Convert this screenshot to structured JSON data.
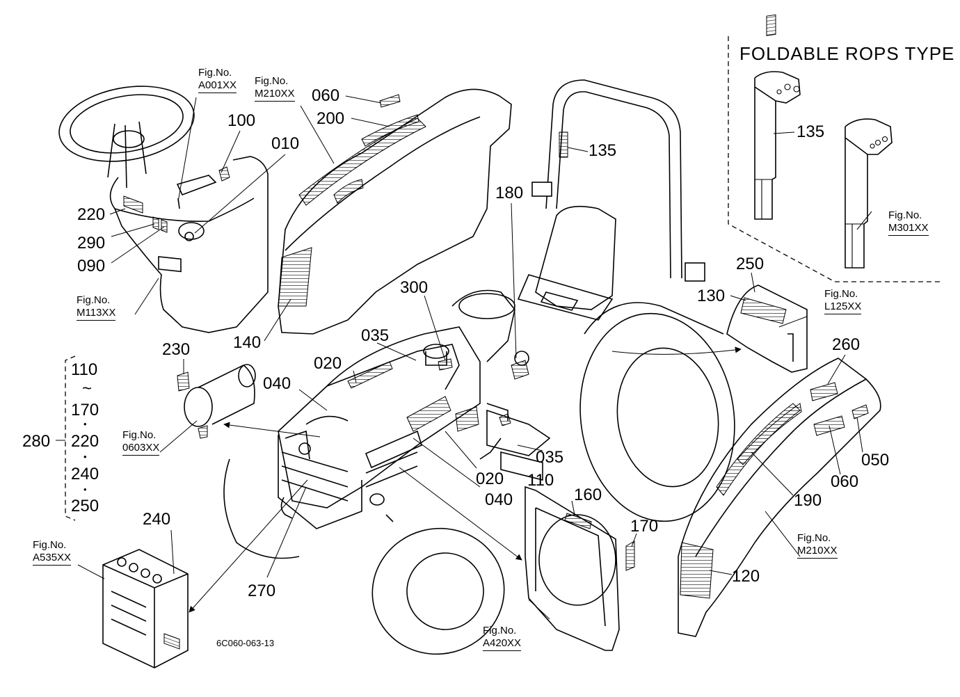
{
  "diagram": {
    "drawing_code": "6C060-063-13",
    "foldable_section_title": "FOLDABLE ROPS TYPE",
    "callouts": [
      {
        "id": "c100",
        "text": "100"
      },
      {
        "id": "c010",
        "text": "010"
      },
      {
        "id": "c220",
        "text": "220"
      },
      {
        "id": "c290",
        "text": "290"
      },
      {
        "id": "c090",
        "text": "090"
      },
      {
        "id": "c060a",
        "text": "060"
      },
      {
        "id": "c200",
        "text": "200"
      },
      {
        "id": "c135a",
        "text": "135"
      },
      {
        "id": "c180",
        "text": "180"
      },
      {
        "id": "c140",
        "text": "140"
      },
      {
        "id": "c300",
        "text": "300"
      },
      {
        "id": "c035a",
        "text": "035"
      },
      {
        "id": "c230",
        "text": "230"
      },
      {
        "id": "c020a",
        "text": "020"
      },
      {
        "id": "c040a",
        "text": "040"
      },
      {
        "id": "c035b",
        "text": "035"
      },
      {
        "id": "c020b",
        "text": "020"
      },
      {
        "id": "c110b",
        "text": "110"
      },
      {
        "id": "c040b",
        "text": "040"
      },
      {
        "id": "c160",
        "text": "160"
      },
      {
        "id": "c170b",
        "text": "170"
      },
      {
        "id": "c240b",
        "text": "240"
      },
      {
        "id": "c270",
        "text": "270"
      },
      {
        "id": "c135b",
        "text": "135"
      },
      {
        "id": "c250a",
        "text": "250"
      },
      {
        "id": "c130",
        "text": "130"
      },
      {
        "id": "c260",
        "text": "260"
      },
      {
        "id": "c050",
        "text": "050"
      },
      {
        "id": "c060b",
        "text": "060"
      },
      {
        "id": "c190",
        "text": "190"
      },
      {
        "id": "c120",
        "text": "120"
      },
      {
        "id": "c280",
        "text": "280"
      }
    ],
    "bracket_group": {
      "lines": [
        {
          "text": "110"
        },
        {
          "text": "~"
        },
        {
          "text": "170"
        },
        {
          "text": "•"
        },
        {
          "text": "220"
        },
        {
          "text": "•"
        },
        {
          "text": "240"
        },
        {
          "text": "•"
        },
        {
          "text": "250"
        }
      ]
    },
    "figure_refs": [
      {
        "id": "f1",
        "prefix": "Fig.No.",
        "code": "A001XX"
      },
      {
        "id": "f2",
        "prefix": "Fig.No.",
        "code": "M210XX"
      },
      {
        "id": "f3",
        "prefix": "Fig.No.",
        "code": "M113XX"
      },
      {
        "id": "f4",
        "prefix": "Fig.No.",
        "code": "0603XX"
      },
      {
        "id": "f5",
        "prefix": "Fig.No.",
        "code": "A535XX"
      },
      {
        "id": "f6",
        "prefix": "Fig.No.",
        "code": "A420XX"
      },
      {
        "id": "f7",
        "prefix": "Fig.No.",
        "code": "M301XX"
      },
      {
        "id": "f8",
        "prefix": "Fig.No.",
        "code": "L125XX"
      },
      {
        "id": "f9",
        "prefix": "Fig.No.",
        "code": "M210XX"
      }
    ]
  }
}
